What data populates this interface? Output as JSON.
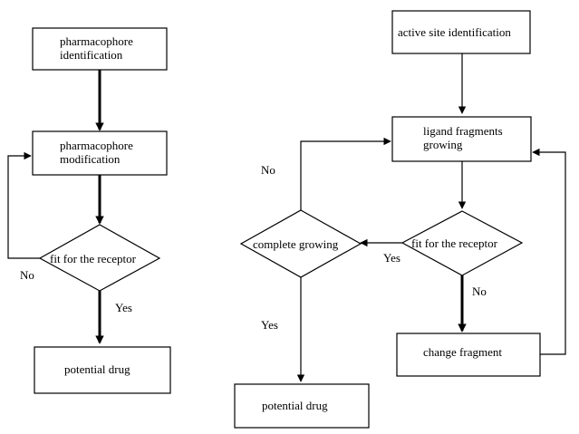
{
  "left_flow": {
    "step1_line1": "pharmacophore",
    "step1_line2": "identification",
    "step2_line1": "pharmacophore",
    "step2_line2": "modification",
    "decision": "fit for the receptor",
    "no_label": "No",
    "yes_label": "Yes",
    "result": "potential drug"
  },
  "right_flow": {
    "start": "active site identification",
    "grow_line1": "ligand fragments",
    "grow_line2": "growing",
    "decision_fit": "fit for the receptor",
    "decision_complete": "complete growing",
    "no_label_top": "No",
    "yes_label_fit": "Yes",
    "no_label_fit": "No",
    "yes_label_complete": "Yes",
    "change": "change fragment",
    "result": "potential drug"
  }
}
